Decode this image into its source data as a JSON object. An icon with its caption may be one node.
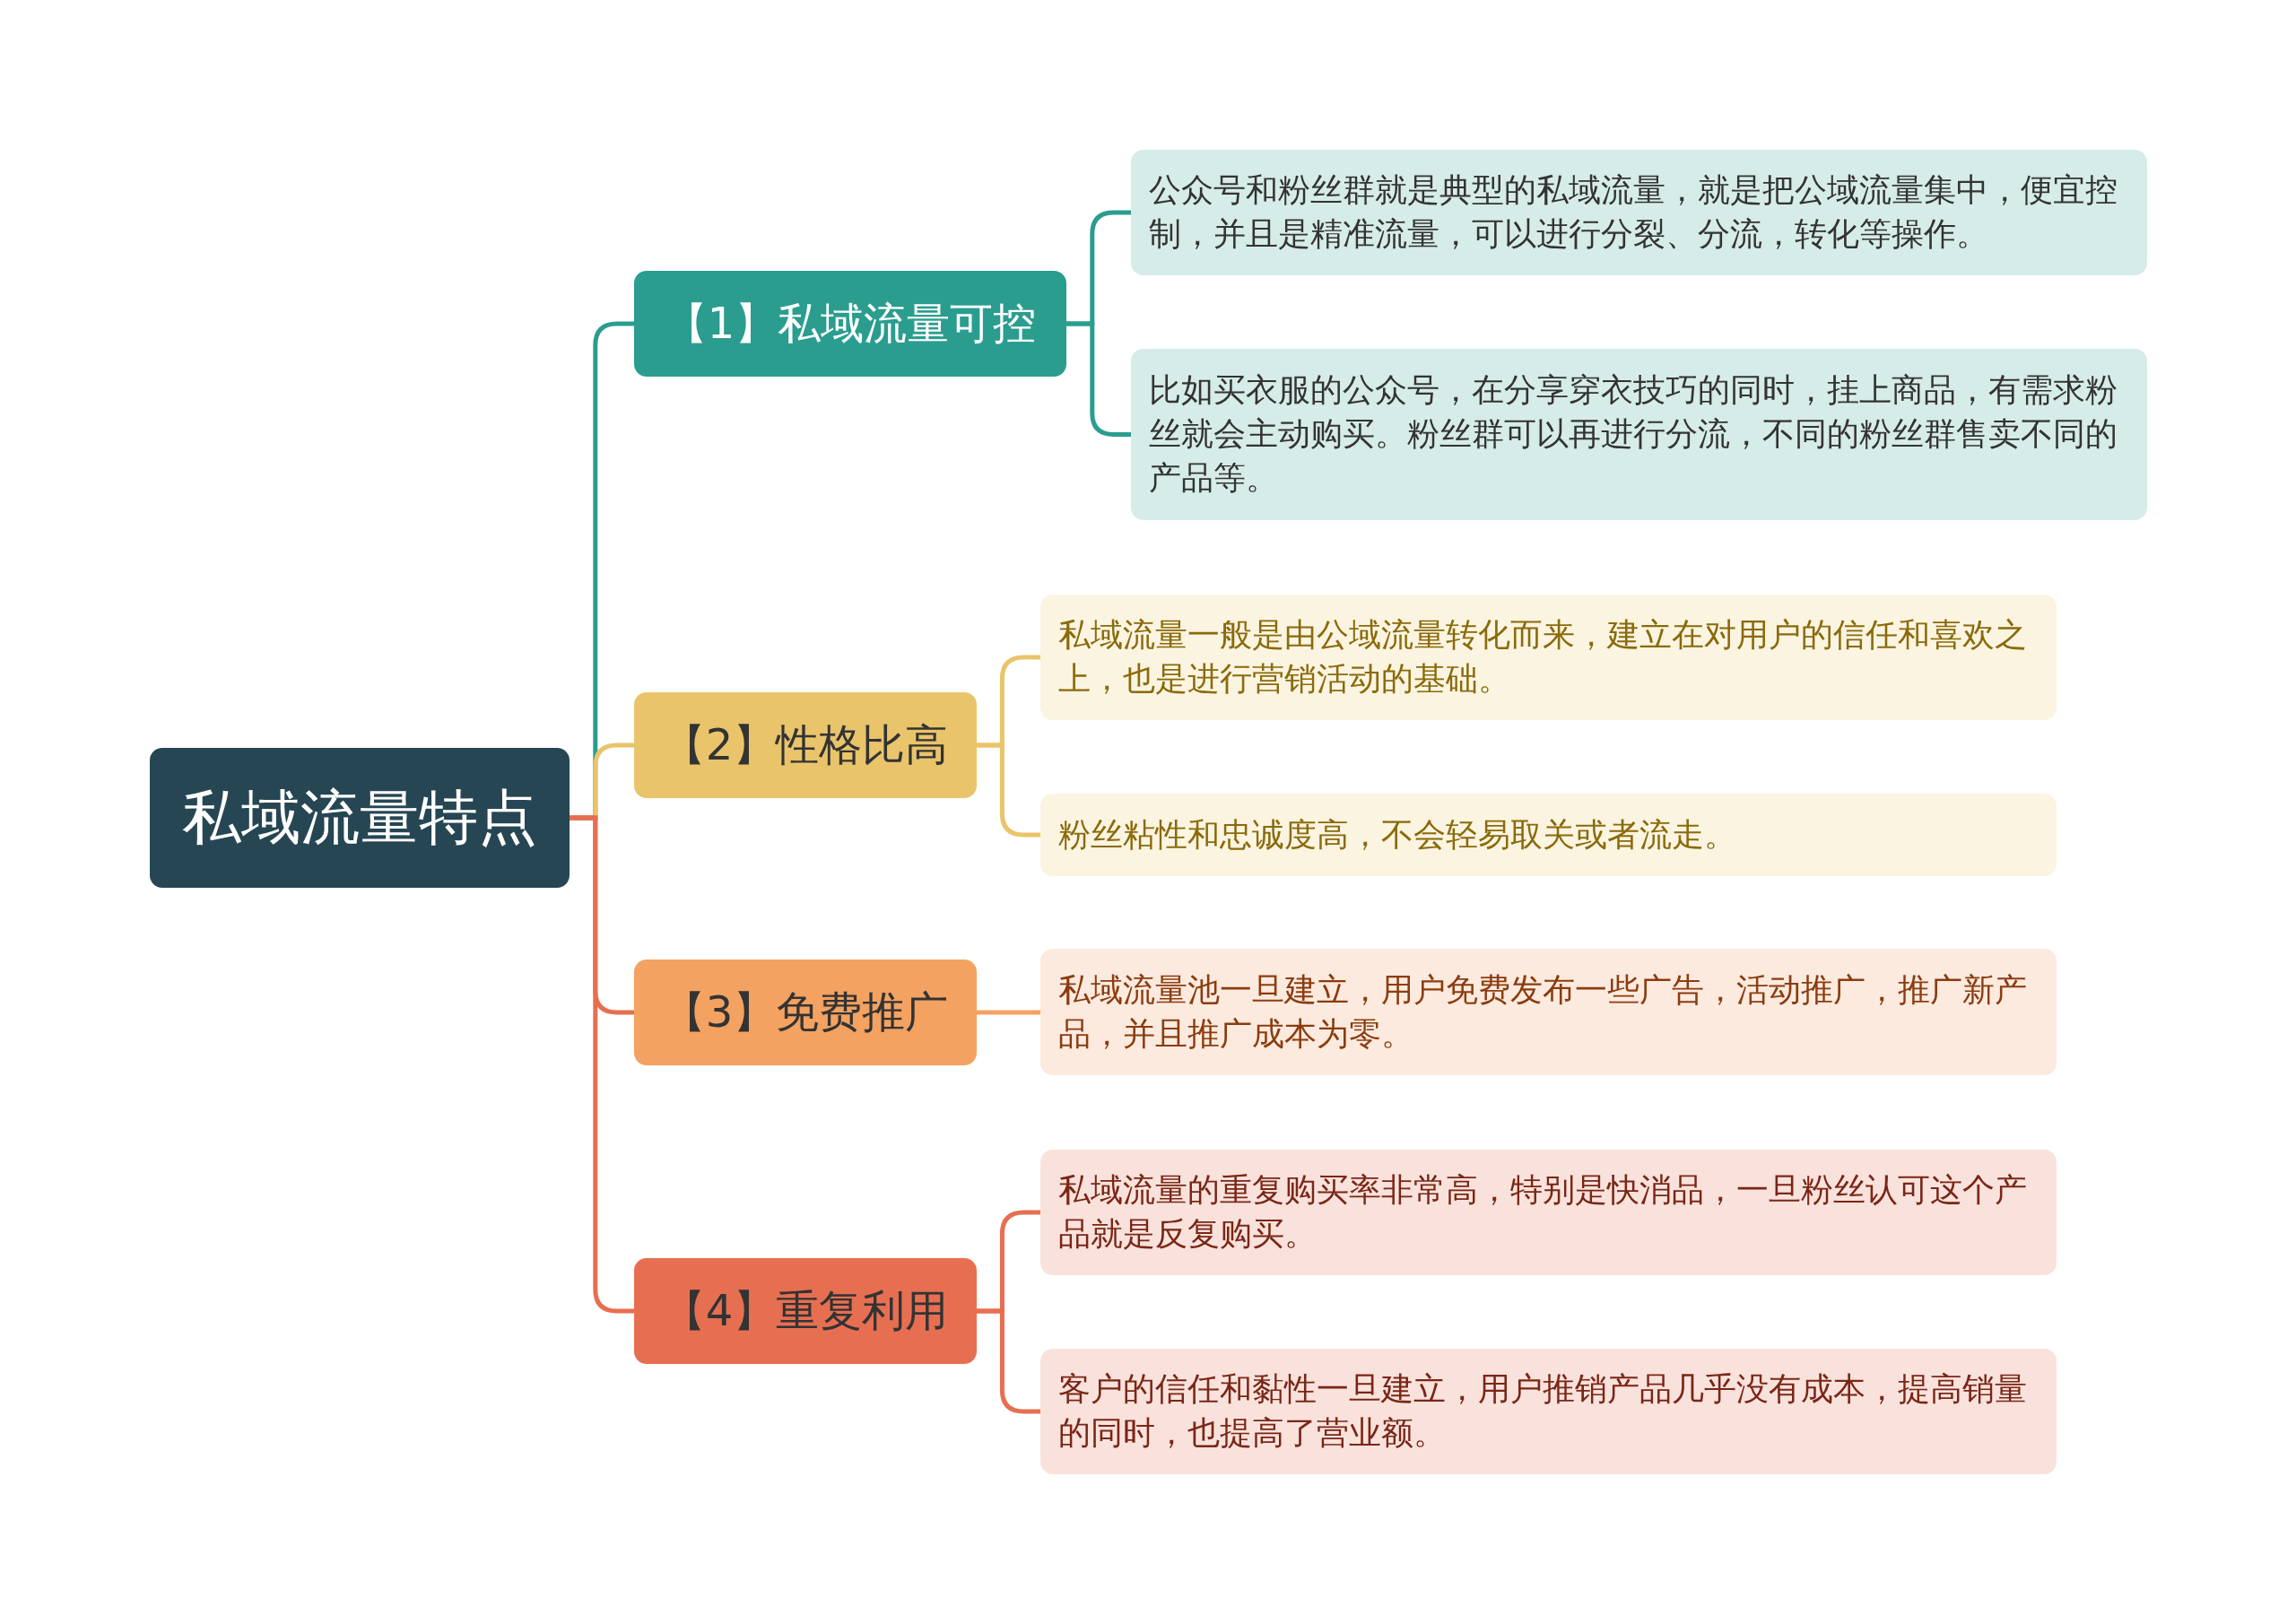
{
  "diagram": {
    "nodes": [
      {
        "text": [
          "私域流量特点"
        ]
      },
      {
        "text": [
          "【1】私域流量可控"
        ]
      },
      {
        "text": [
          "【2】性格比高"
        ]
      },
      {
        "text": [
          "【3】免费推广"
        ]
      },
      {
        "text": [
          "【4】重复利用"
        ]
      },
      {
        "text": [
          "公众号和粉丝群就是典型的私域流量，就是把公域流量集中，便宜控制，并且是精准流量，可以进行分裂、分流，转化等操作。"
        ]
      },
      {
        "text": [
          "比如买衣服的公众号，在分享穿衣技巧的同时，挂上商品，有需求粉丝就会主动购买。粉丝群可以再进行分流，不同的粉丝群售卖不同的产品等。"
        ]
      },
      {
        "text": [
          "私域流量一般是由公域流量转化而来，建立在对用户的信任和喜欢之上，也是进行营销活动的基础。"
        ]
      },
      {
        "text": [
          "粉丝粘性和忠诚度高，不会轻易取关或者流走。"
        ]
      },
      {
        "text": [
          "私域流量池一旦建立，用户免费发布一些广告，活动推广，推广新产品，并且推广成本为零。"
        ]
      },
      {
        "text": [
          "私域流量的重复购买率非常高，特别是快消品，一旦粉丝认可这个产品就是反复购买。"
        ]
      },
      {
        "text": [
          "客户的信任和黏性一旦建立，用户推销产品几乎没有成本，提高销量的同时，也提高了营业额。"
        ]
      }
    ],
    "edges": [
      {
        "from": 0,
        "to": 1,
        "arrow": "none",
        "color": "#2a9d8f"
      },
      {
        "from": 0,
        "to": 2,
        "arrow": "none",
        "color": "#e9c46a"
      },
      {
        "from": 0,
        "to": 3,
        "arrow": "none",
        "color": "#e76f51"
      },
      {
        "from": 0,
        "to": 4,
        "arrow": "none",
        "color": "#e76f51"
      },
      {
        "from": 1,
        "to": 5,
        "arrow": "none",
        "color": "#2a9d8f"
      },
      {
        "from": 1,
        "to": 6,
        "arrow": "none",
        "color": "#2a9d8f"
      },
      {
        "from": 2,
        "to": 7,
        "arrow": "none",
        "color": "#e9c46a"
      },
      {
        "from": 2,
        "to": 8,
        "arrow": "none",
        "color": "#e9c46a"
      },
      {
        "from": 3,
        "to": 9,
        "arrow": "none",
        "color": "#f4a261"
      },
      {
        "from": 4,
        "to": 10,
        "arrow": "none",
        "color": "#e76f51"
      },
      {
        "from": 4,
        "to": 11,
        "arrow": "none",
        "color": "#e76f51"
      }
    ]
  }
}
